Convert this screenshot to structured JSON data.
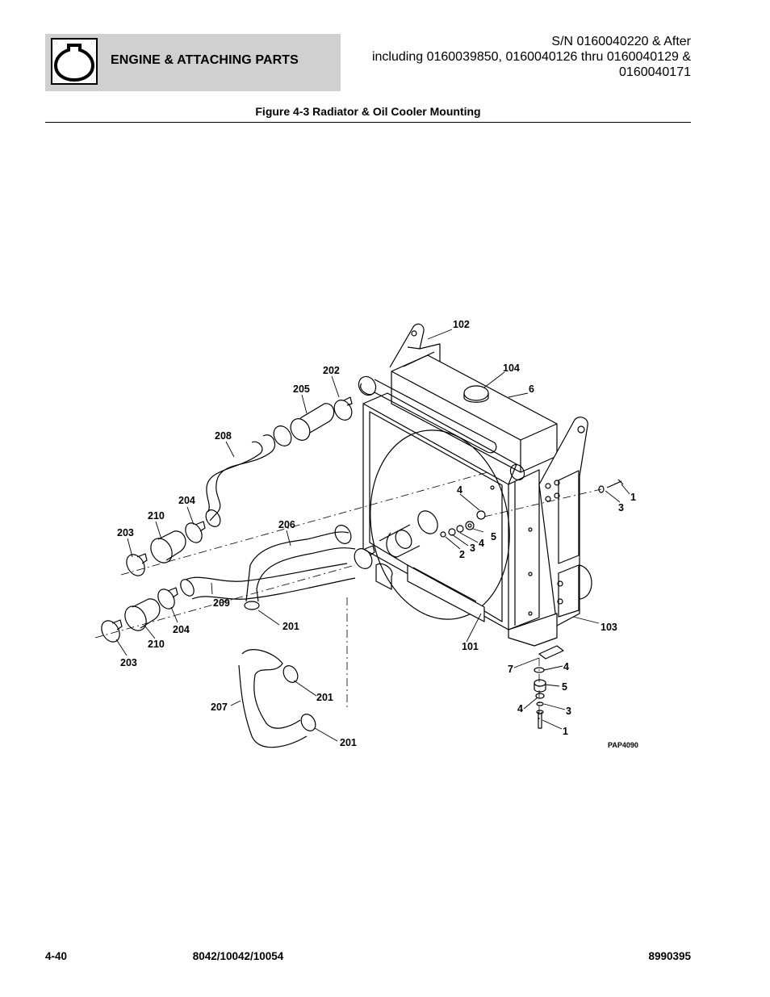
{
  "header": {
    "section_title": "ENGINE & ATTACHING PARTS",
    "serial_lines": [
      "S/N 0160040220 & After",
      "including 0160039850, 0160040126 thru 0160040129 &",
      "0160040171"
    ],
    "icon": "engine-icon"
  },
  "figure": {
    "title": "Figure 4-3 Radiator & Oil Cooler Mounting",
    "drawing_code": "PAP4090",
    "callouts": [
      "102",
      "104",
      "6",
      "202",
      "205",
      "208",
      "204",
      "210",
      "203",
      "206",
      "4",
      "5",
      "4",
      "3",
      "2",
      "1",
      "3",
      "209",
      "201",
      "204",
      "210",
      "203",
      "101",
      "103",
      "7",
      "4",
      "5",
      "3",
      "4",
      "1",
      "201",
      "207",
      "201"
    ]
  },
  "footer": {
    "page_number": "4-40",
    "models": "8042/10042/10054",
    "manual_number": "8990395"
  }
}
